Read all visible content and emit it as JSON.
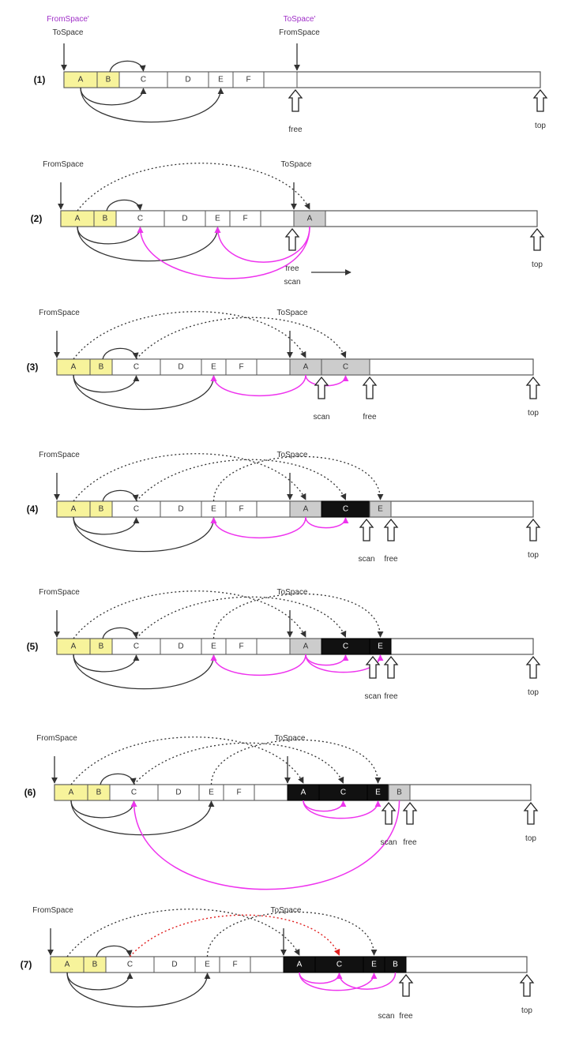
{
  "colors": {
    "yellow": "#f7f39b",
    "gray": "#cccccc",
    "black": "#111111",
    "white": "#ffffff",
    "border": "#555555",
    "arrow": "#333333",
    "magenta": "#ee33ee",
    "red": "#e02020",
    "purple": "#a030c8"
  },
  "icons": [
    "down-arrow-icon",
    "hollow-up-arrow-icon"
  ],
  "steps": [
    {
      "label": "(1)",
      "header_from": [
        "FromSpace'",
        "ToSpace"
      ],
      "header_to": [
        "ToSpace'",
        "FromSpace"
      ],
      "cells": [
        {
          "text": "A",
          "fill": "yellow"
        },
        {
          "text": "B",
          "fill": "yellow"
        },
        {
          "text": "C",
          "fill": "white"
        },
        {
          "text": "D",
          "fill": "white"
        },
        {
          "text": "E",
          "fill": "white"
        },
        {
          "text": "F",
          "fill": "white"
        },
        {
          "text": "",
          "fill": "white"
        }
      ],
      "to_cells": [],
      "markers": [
        "free",
        "top"
      ]
    },
    {
      "label": "(2)",
      "header_from": [
        "FromSpace"
      ],
      "header_to": [
        "ToSpace"
      ],
      "cells": [
        {
          "text": "A",
          "fill": "yellow"
        },
        {
          "text": "B",
          "fill": "yellow"
        },
        {
          "text": "C",
          "fill": "white"
        },
        {
          "text": "D",
          "fill": "white"
        },
        {
          "text": "E",
          "fill": "white"
        },
        {
          "text": "F",
          "fill": "white"
        },
        {
          "text": "",
          "fill": "white"
        }
      ],
      "to_cells": [
        {
          "text": "A",
          "fill": "gray"
        }
      ],
      "markers": [
        "free",
        "scan",
        "top"
      ]
    },
    {
      "label": "(3)",
      "header_from": [
        "FromSpace"
      ],
      "header_to": [
        "ToSpace"
      ],
      "cells": [
        {
          "text": "A",
          "fill": "yellow"
        },
        {
          "text": "B",
          "fill": "yellow"
        },
        {
          "text": "C",
          "fill": "white"
        },
        {
          "text": "D",
          "fill": "white"
        },
        {
          "text": "E",
          "fill": "white"
        },
        {
          "text": "F",
          "fill": "white"
        },
        {
          "text": "",
          "fill": "white"
        }
      ],
      "to_cells": [
        {
          "text": "A",
          "fill": "gray"
        },
        {
          "text": "C",
          "fill": "gray"
        }
      ],
      "markers": [
        "scan",
        "free",
        "top"
      ]
    },
    {
      "label": "(4)",
      "header_from": [
        "FromSpace"
      ],
      "header_to": [
        "ToSpace"
      ],
      "cells": [
        {
          "text": "A",
          "fill": "yellow"
        },
        {
          "text": "B",
          "fill": "yellow"
        },
        {
          "text": "C",
          "fill": "white"
        },
        {
          "text": "D",
          "fill": "white"
        },
        {
          "text": "E",
          "fill": "white"
        },
        {
          "text": "F",
          "fill": "white"
        },
        {
          "text": "",
          "fill": "white"
        }
      ],
      "to_cells": [
        {
          "text": "A",
          "fill": "gray"
        },
        {
          "text": "C",
          "fill": "black"
        },
        {
          "text": "E",
          "fill": "gray"
        }
      ],
      "markers": [
        "scan",
        "free",
        "top"
      ]
    },
    {
      "label": "(5)",
      "header_from": [
        "FromSpace"
      ],
      "header_to": [
        "ToSpace"
      ],
      "cells": [
        {
          "text": "A",
          "fill": "yellow"
        },
        {
          "text": "B",
          "fill": "yellow"
        },
        {
          "text": "C",
          "fill": "white"
        },
        {
          "text": "D",
          "fill": "white"
        },
        {
          "text": "E",
          "fill": "white"
        },
        {
          "text": "F",
          "fill": "white"
        },
        {
          "text": "",
          "fill": "white"
        }
      ],
      "to_cells": [
        {
          "text": "A",
          "fill": "gray"
        },
        {
          "text": "C",
          "fill": "black"
        },
        {
          "text": "E",
          "fill": "black"
        }
      ],
      "markers": [
        "scan",
        "free",
        "top"
      ]
    },
    {
      "label": "(6)",
      "header_from": [
        "FromSpace"
      ],
      "header_to": [
        "ToSpace"
      ],
      "cells": [
        {
          "text": "A",
          "fill": "yellow"
        },
        {
          "text": "B",
          "fill": "yellow"
        },
        {
          "text": "C",
          "fill": "white"
        },
        {
          "text": "D",
          "fill": "white"
        },
        {
          "text": "E",
          "fill": "white"
        },
        {
          "text": "F",
          "fill": "white"
        },
        {
          "text": "",
          "fill": "white"
        }
      ],
      "to_cells": [
        {
          "text": "A",
          "fill": "black"
        },
        {
          "text": "C",
          "fill": "black"
        },
        {
          "text": "E",
          "fill": "black"
        },
        {
          "text": "B",
          "fill": "gray"
        }
      ],
      "markers": [
        "scan",
        "free",
        "top"
      ]
    },
    {
      "label": "(7)",
      "header_from": [
        "FromSpace"
      ],
      "header_to": [
        "ToSpace"
      ],
      "cells": [
        {
          "text": "A",
          "fill": "yellow"
        },
        {
          "text": "B",
          "fill": "yellow"
        },
        {
          "text": "C",
          "fill": "white"
        },
        {
          "text": "D",
          "fill": "white"
        },
        {
          "text": "E",
          "fill": "white"
        },
        {
          "text": "F",
          "fill": "white"
        },
        {
          "text": "",
          "fill": "white"
        }
      ],
      "to_cells": [
        {
          "text": "A",
          "fill": "black"
        },
        {
          "text": "C",
          "fill": "black"
        },
        {
          "text": "E",
          "fill": "black"
        },
        {
          "text": "B",
          "fill": "black"
        }
      ],
      "markers": [
        "scan",
        "free",
        "top"
      ]
    }
  ]
}
